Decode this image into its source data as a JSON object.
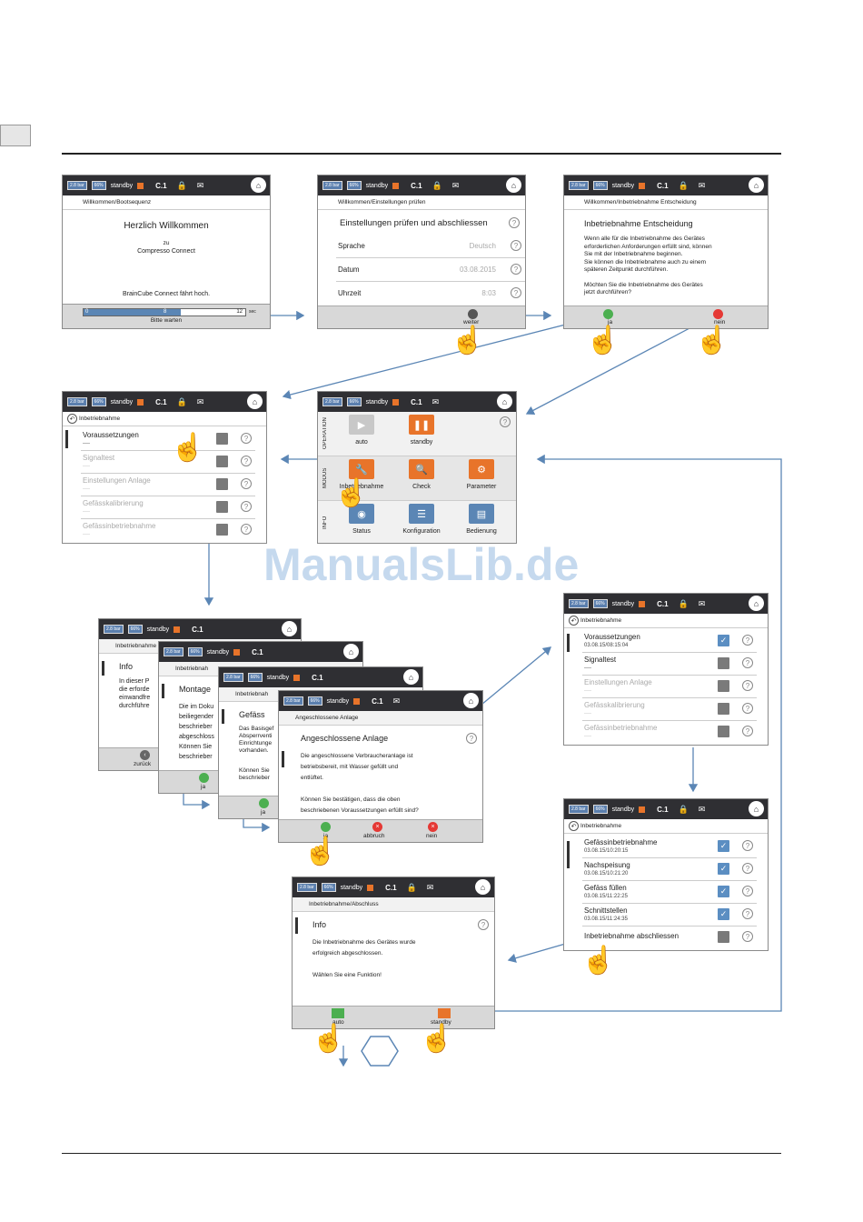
{
  "watermark": "ManualsLib.de",
  "status": {
    "pressure": "2.8 bar",
    "level": "66%",
    "mode": "standby",
    "module": "C.1"
  },
  "s1": {
    "crumb": "Willkommen/Bootsequenz",
    "title": "Herzlich Willkommen",
    "zu": "zu",
    "product": "Compresso Connect",
    "boot": "BrainCube Connect fährt hoch.",
    "p0": "0",
    "p8": "8",
    "p12": "12",
    "unit": "sec",
    "progress": 0.6,
    "wait": "Bitte warten"
  },
  "s2": {
    "crumb": "Willkommen/Einstellungen prüfen",
    "title": "Einstellungen prüfen und abschliessen",
    "rows": [
      {
        "label": "Sprache",
        "value": "Deutsch"
      },
      {
        "label": "Datum",
        "value": "03.08.2015"
      },
      {
        "label": "Uhrzeit",
        "value": "8:03"
      }
    ],
    "next": "weiter"
  },
  "s3": {
    "crumb": "Willkommen/Inbetriebnahme Entscheidung",
    "title": "Inbetriebnahme Entscheidung",
    "p1": [
      "Wenn alle für die Inbetriebnahme des Gerätes",
      "erforderlichen Anforderungen erfüllt sind, können",
      "Sie mit der Inbetriebnahme beginnen.",
      "Sie können die Inbetriebnahme auch zu einem",
      "späteren Zeitpunkt durchführen."
    ],
    "p2": [
      "Möchten Sie die Inbetriebnahme des Gerätes",
      "jetzt durchführen?"
    ],
    "yes": "ja",
    "no": "nein"
  },
  "s4": {
    "crumb": "Inbetriebnahme",
    "rows": [
      {
        "label": "Voraussetzungen",
        "sub": "----"
      },
      {
        "label": "Signaltest",
        "sub": "----"
      },
      {
        "label": "Einstellungen Anlage",
        "sub": "----"
      },
      {
        "label": "Gefässkalibrierung",
        "sub": "----"
      },
      {
        "label": "Gefässinbetriebnahme",
        "sub": "----"
      }
    ]
  },
  "menu": {
    "sections": [
      "OPERATION",
      "MODUS",
      "INFO"
    ],
    "tiles": [
      "auto",
      "standby",
      "Inbetriebnahme",
      "Check",
      "Parameter",
      "Status",
      "Konfiguration",
      "Bedienung"
    ]
  },
  "cascade": {
    "a": {
      "crumb": "Inbetriebnahme",
      "title": "Info",
      "lines": [
        "In dieser P",
        "die erforde",
        "einwandfre",
        "durchführe"
      ],
      "back": "zurück"
    },
    "b": {
      "crumb": "Inbetriebnah",
      "title": "Montage",
      "lines": [
        "Die im Doku",
        "beiliegender",
        "beschrieber",
        "abgeschloss",
        "Können Sie",
        "beschrieber"
      ],
      "yes": "ja"
    },
    "c": {
      "crumb": "Inbetriebnah",
      "title": "Gefäss",
      "lines": [
        "Das Basisgef",
        "Absperrventi",
        "Einrichtunge",
        "vorhanden.",
        "Können Sie",
        "beschrieber"
      ],
      "yes": "ja"
    },
    "d": {
      "crumb": "Angeschlossene Anlage",
      "title": "Angeschlossene Anlage",
      "lines": [
        "Die angeschlossene Verbraucheranlage ist",
        "betriebsbereit, mit Wasser gefüllt und",
        "entlüftet.",
        "",
        "Können Sie bestätigen, dass die oben",
        "beschriebenen Voraussetzungen erfüllt sind?"
      ],
      "yes": "ja",
      "abort": "abbruch",
      "no": "nein"
    }
  },
  "s5": {
    "crumb": "Inbetriebnahme",
    "rows": [
      {
        "label": "Voraussetzungen",
        "sub": "03.08.15/08:15:04"
      },
      {
        "label": "Signaltest",
        "sub": "----"
      },
      {
        "label": "Einstellungen Anlage",
        "sub": "----"
      },
      {
        "label": "Gefässkalibrierung",
        "sub": "----"
      },
      {
        "label": "Gefässinbetriebnahme",
        "sub": "----"
      }
    ]
  },
  "s6": {
    "crumb": "Inbetriebnahme",
    "rows": [
      {
        "label": "Gefässinbetriebnahme",
        "sub": "03.08.15/10:20:15"
      },
      {
        "label": "Nachspeisung",
        "sub": "03.08.15/10:21:20"
      },
      {
        "label": "Gefäss füllen",
        "sub": "03.08.15/11:22:25"
      },
      {
        "label": "Schnittstellen",
        "sub": "03.08.15/11:24:35"
      },
      {
        "label": "Inbetriebnahme abschliessen",
        "sub": ""
      }
    ]
  },
  "s7": {
    "crumb": "Inbetriebnahme/Abschluss",
    "title": "Info",
    "lines": [
      "Die Inbetriebnahme des Gerätes wurde",
      "erfolgreich abgeschlossen.",
      "",
      "Wählen Sie eine Funktion!"
    ],
    "auto": "auto",
    "standby": "standby"
  }
}
